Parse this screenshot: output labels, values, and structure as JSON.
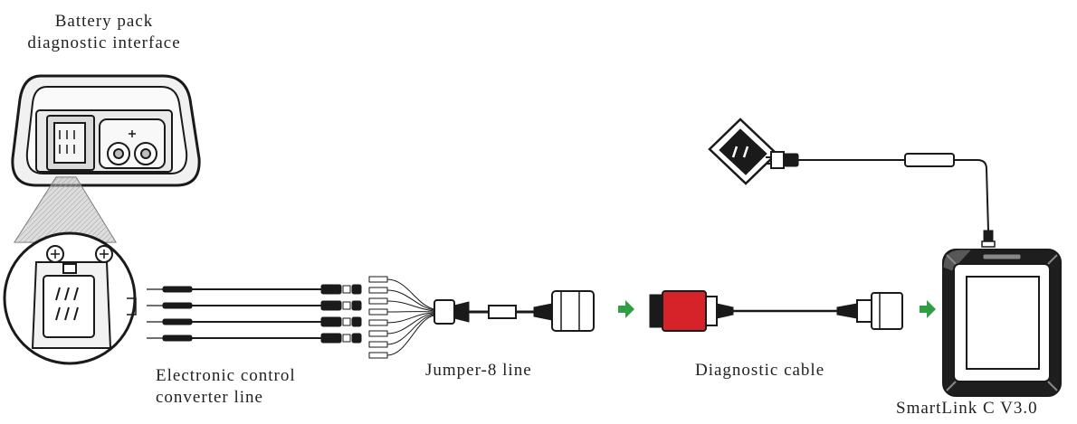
{
  "labels": {
    "battery_pack": [
      "Battery pack",
      "diagnostic interface"
    ],
    "converter_line": [
      "Electronic control",
      "converter line"
    ],
    "jumper": "Jumper-8 line",
    "diag_cable": "Diagnostic cable",
    "device": "SmartLink C V3.0"
  },
  "colors": {
    "line": "#1a1a1a",
    "arrow": "#2f9e44",
    "connector_red": "#d6232a",
    "device_fill": "#1e1e1e"
  }
}
